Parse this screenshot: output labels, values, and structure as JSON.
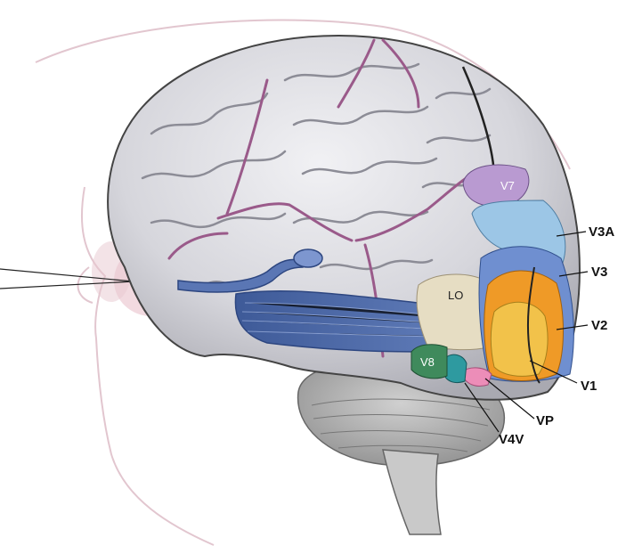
{
  "labels": {
    "V7": "V7",
    "V3A": "V3A",
    "V3": "V3",
    "V2": "V2",
    "V1": "V1",
    "VP": "VP",
    "V4V": "V4V",
    "V8": "V8",
    "LO": "LO"
  },
  "colors": {
    "V1": "#f2c24a",
    "V2": "#ef9a27",
    "V3": "#6f8fd0",
    "V3A": "#9cc6e6",
    "V7": "#b99ad1",
    "LO": "#e6ddc3",
    "V8": "#3f8a5c",
    "V4V": "#2e9aa0",
    "VP": "#ec8db8",
    "optic_tract": "#5672b0",
    "brain": "#d9d9df",
    "sulcus_outline": "#9a5a8a"
  }
}
